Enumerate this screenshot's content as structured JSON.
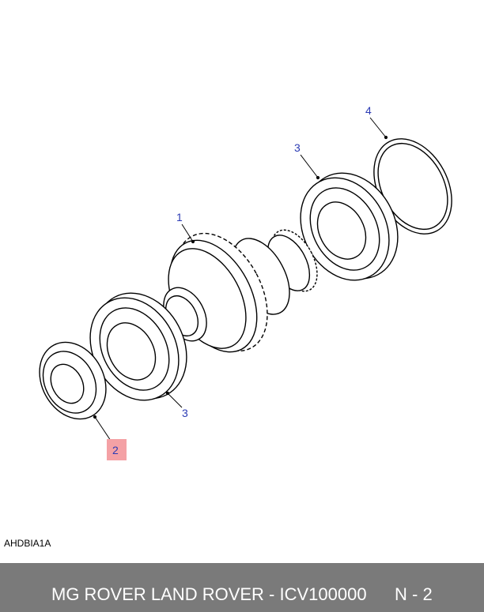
{
  "diagram": {
    "code": "AHDBIA1A",
    "callouts": {
      "c1": "1",
      "c2": "2",
      "c3a": "3",
      "c3b": "3",
      "c4": "4"
    },
    "highlight_color": "#f4a1a5",
    "callout_color": "#2b3bb4"
  },
  "footer": {
    "title": "MG ROVER LAND ROVER - ICV100000",
    "page": "N - 2",
    "background": "#7a7a7a"
  }
}
